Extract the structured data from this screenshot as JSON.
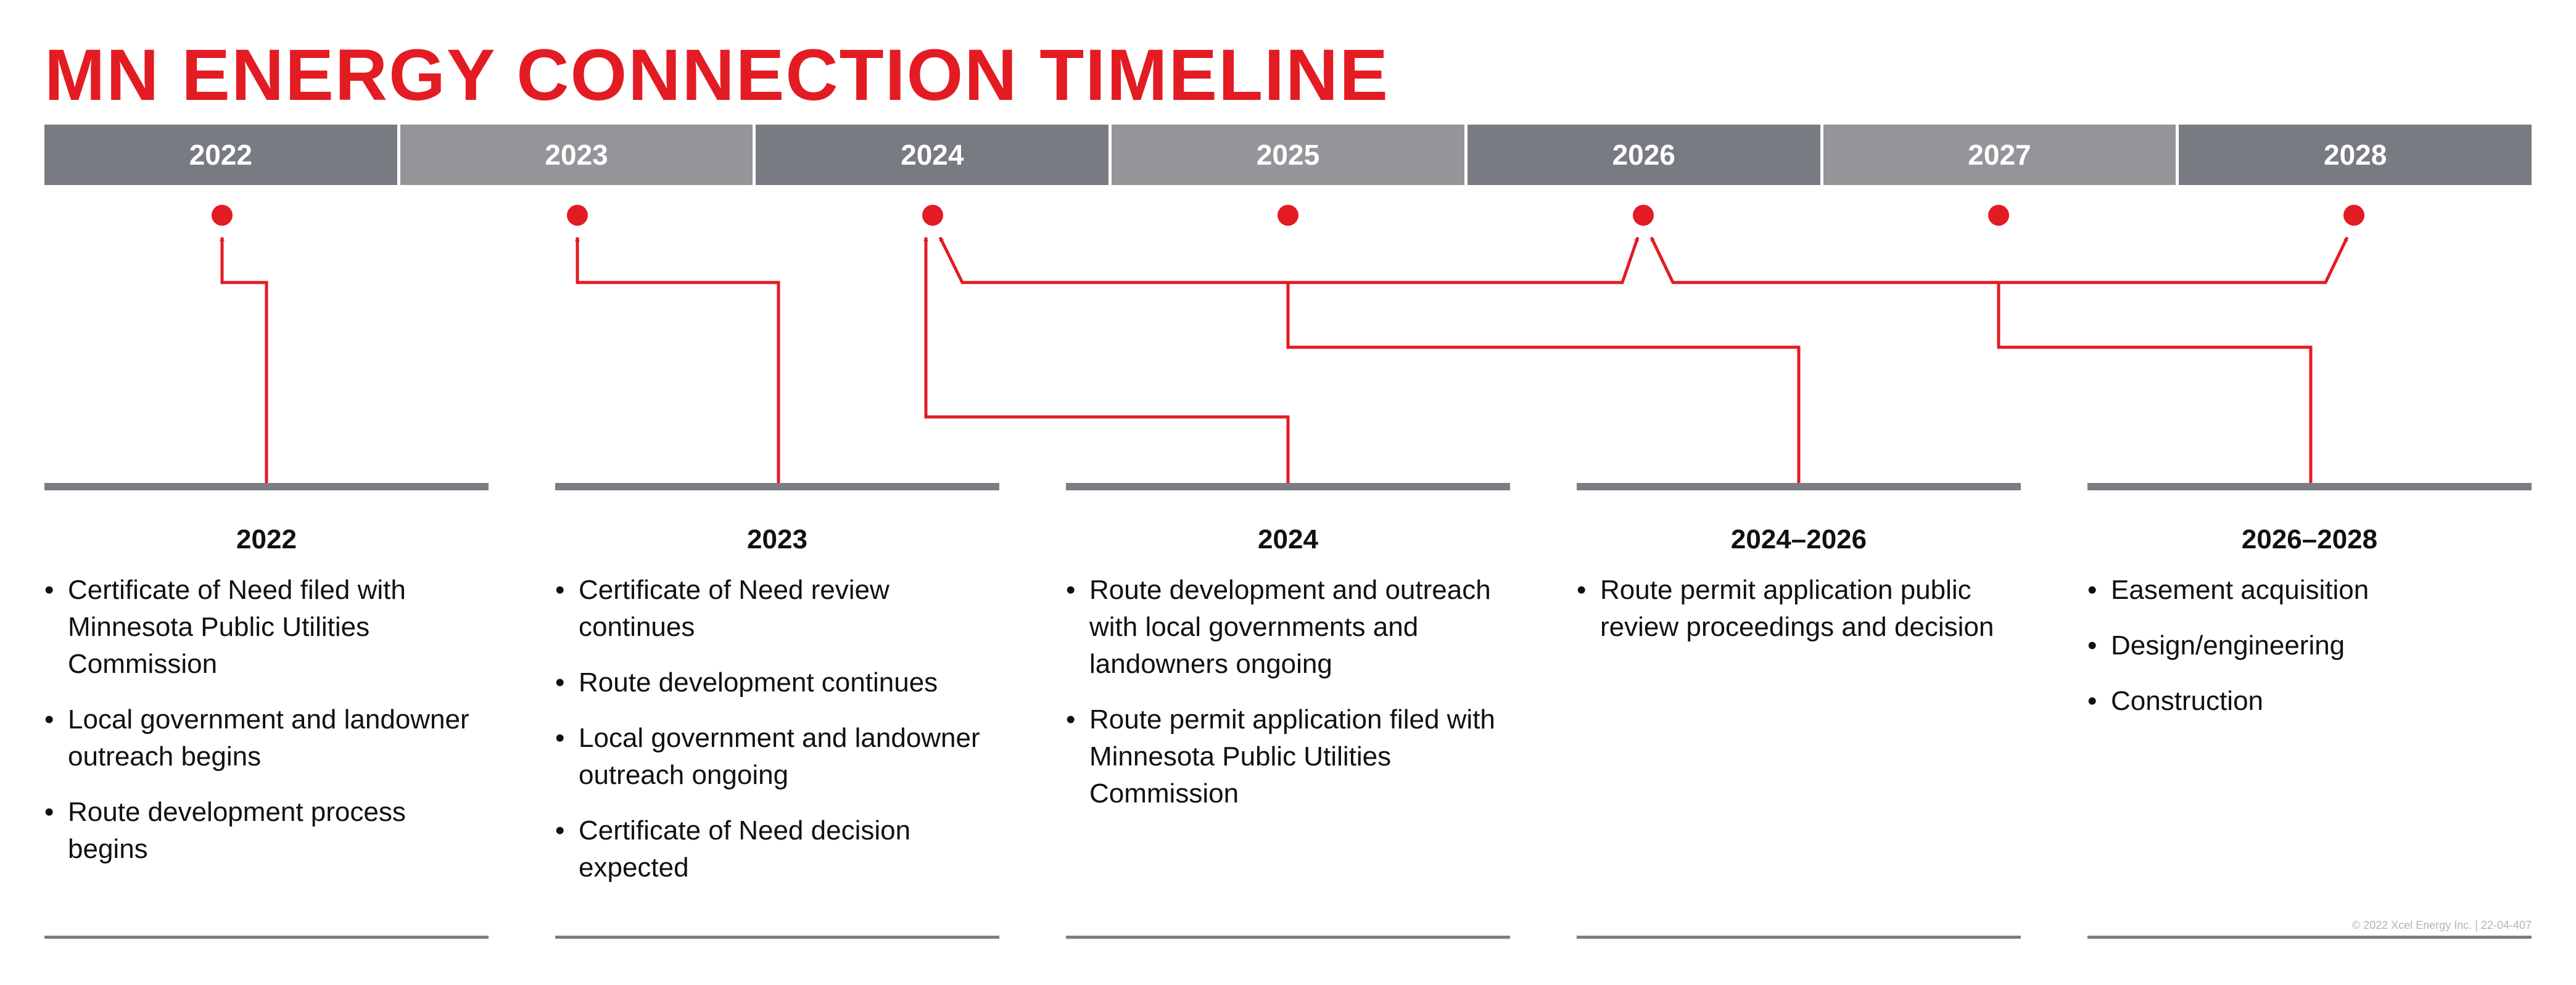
{
  "title": "MN ENERGY CONNECTION TIMELINE",
  "years": [
    "2022",
    "2023",
    "2024",
    "2025",
    "2026",
    "2027",
    "2028"
  ],
  "colors": {
    "accent": "#e31b23",
    "bar_dark": "#787b81",
    "bar_light": "#939599",
    "rule": "#7b7d82"
  },
  "phases": [
    {
      "heading": "2022",
      "items": [
        "Certificate of Need filed with Minnesota Public Utilities Commission",
        "Local government and landowner outreach begins",
        "Route development process begins"
      ]
    },
    {
      "heading": "2023",
      "items": [
        "Certificate of Need review continues",
        "Route development continues",
        "Local government and landowner outreach ongoing",
        "Certificate of Need decision expected"
      ]
    },
    {
      "heading": "2024",
      "items": [
        "Route development and outreach with local governments and landowners ongoing",
        "Route permit application filed with Minnesota Public Utilities Commission"
      ]
    },
    {
      "heading": "2024–2026",
      "items": [
        "Route permit application public review proceedings and decision"
      ]
    },
    {
      "heading": "2026–2028",
      "items": [
        "Easement acquisition",
        "Design/engineering",
        "Construction"
      ]
    }
  ],
  "footer": {
    "copyright": "© 2022 Xcel Energy Inc. | 22-04-407"
  }
}
